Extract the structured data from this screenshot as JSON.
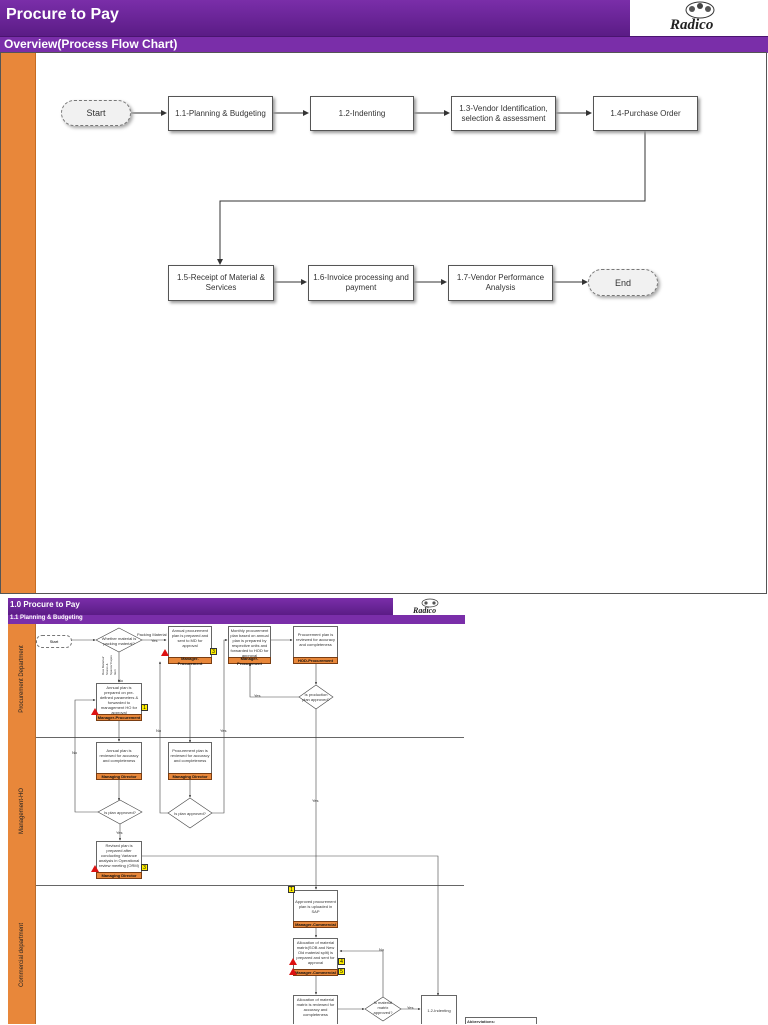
{
  "slide1": {
    "title": "Procure to Pay",
    "subtitle": "Overview(Process Flow Chart)",
    "logo_text": "Radico",
    "nodes": {
      "start": "Start",
      "n11": "1.1-Planning & Budgeting",
      "n12": "1.2-Indenting",
      "n13": "1.3-Vendor Identification, selection & assessment",
      "n14": "1.4-Purchase Order",
      "n15": "1.5-Receipt of Material & Services",
      "n16": "1.6-Invoice processing and payment",
      "n17": "1.7-Vendor Performance Analysis",
      "end": "End"
    }
  },
  "slide2": {
    "title": "1.0 Procure to Pay",
    "subtitle": "1.1 Planning & Budgeting",
    "logo_text": "Radico",
    "lanes": {
      "procurement": "Procurement Department",
      "management": "Management-HO",
      "commercial": "Commercial department"
    },
    "nodes": {
      "start": "Start",
      "d_packing": "Whether material is packing material?",
      "packing_label": "Packing Material",
      "raw_label": "Raw Material/ Stores & Spares/ Capex Item",
      "yes": "Yes",
      "no": "No",
      "annual_packing": "Annual procurement plan is prepared and sent to MD for approval",
      "monthly_plan": "Monthly procurement plan based on annual plan is prepared by respective units and forwarded to HOD for approval",
      "reviewed_hod": "Procurement plan is reviewed for accuracy and completeness",
      "d_production": "Is production plan approved?",
      "annual_plan": "Annual plan is prepared on pre-defined parameters & forwarded to management HO for approval",
      "reviewed_md1": "Annual plan is reviewed for accuracy and completeness",
      "reviewed_md2": "Procurement plan is reviewed for accuracy and completeness",
      "d_plan1": "Is plan approved?",
      "d_plan2": "Is plan approved?",
      "revised_plan": "Revised plan is prepared after conducting Variance analysis in Operational review meeting (ORM)",
      "uploaded_sap": "Approved procurement plan is uploaded in SAP",
      "allocation": "Allocation of material matrix(SOB and New Old material split) is prepared and sent for approval",
      "allocation_review": "Allocation of material matrix is reviewed for accuracy and completeness",
      "d_matrix": "Is material matrix approved?",
      "indenting": "1.2-Indenting",
      "abbreviations": "Abbreviations:"
    },
    "roles": {
      "mgr_proc": "Manager-Procurement",
      "hod_proc": "HOD-Procurement",
      "md": "Managing Director",
      "mgr_comm": "Manager-Commercial"
    },
    "badges": [
      "1",
      "2",
      "3",
      "4",
      "5"
    ]
  }
}
